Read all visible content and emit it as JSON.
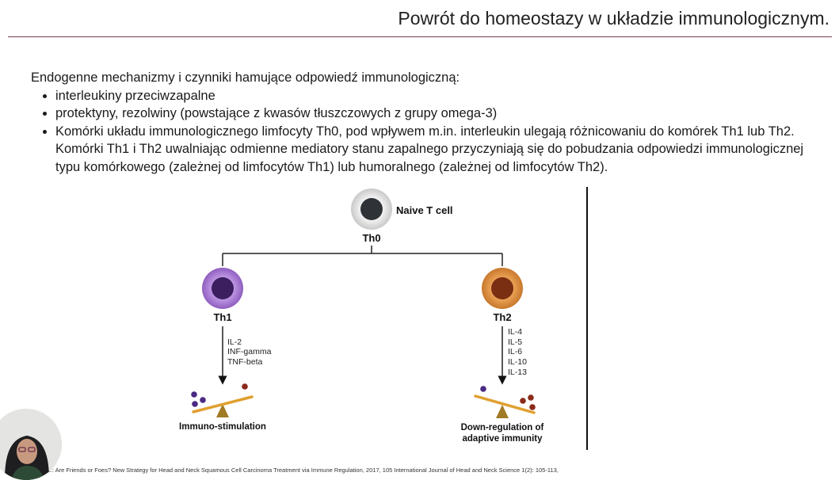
{
  "slide": {
    "title": "Powrót do homeostazy w  układzie immunologicznym."
  },
  "intro": "Endogenne mechanizmy i czynniki hamujące odpowiedź immunologiczną:",
  "bullets": [
    "interleukiny przeciwzapalne",
    "protektyny, rezolwiny (powstające z kwasów tłuszczowych z grupy omega-3)",
    "Komórki układu immunologicznego limfocyty Th0, pod wpływem m.in. interleukin ulegają różnicowaniu do komórek Th1 lub Th2. Komórki Th1 i Th2 uwalniając odmienne mediatory stanu zapalnego przyczyniają  się do pobudzania odpowiedzi immunologicznej typu komórkowego (zależnej od limfocytów Th1) lub humoralnego (zależnej od limfocytów  Th2)."
  ],
  "diagram": {
    "naive_label": "Naive T cell",
    "th0_label": "Th0",
    "th1": {
      "label": "Th1",
      "cytokines": [
        "IL-2",
        "INF-gamma",
        "TNF-beta"
      ],
      "outcome": "Immuno-stimulation"
    },
    "th2": {
      "label": "Th2",
      "cytokines": [
        "IL-4",
        "IL-5",
        "IL-6",
        "IL-10",
        "IL-13"
      ],
      "outcome_line1": "Down-regulation of",
      "outcome_line2": "adaptive immunity"
    },
    "colors": {
      "naive_outer": "#e3e3e3",
      "naive_inner": "#2f3338",
      "th1_outer": "#a77bd1",
      "th1_inner": "#3b1f5e",
      "th2_outer": "#d8883c",
      "th2_inner": "#7a2f12",
      "seesaw": "#e0a030",
      "fulcrum": "#a07a25",
      "purple_dot": "#4a2a82",
      "brown_dot": "#8a2a1a"
    }
  },
  "footnote": "al.: Are Friends or Foes? New Strategy for Head and Neck Squamous Cell Carcinoma Treatment via Immune Regulation, 2017, 105 International Journal of Head and Neck Science 1(2): 105-113,"
}
